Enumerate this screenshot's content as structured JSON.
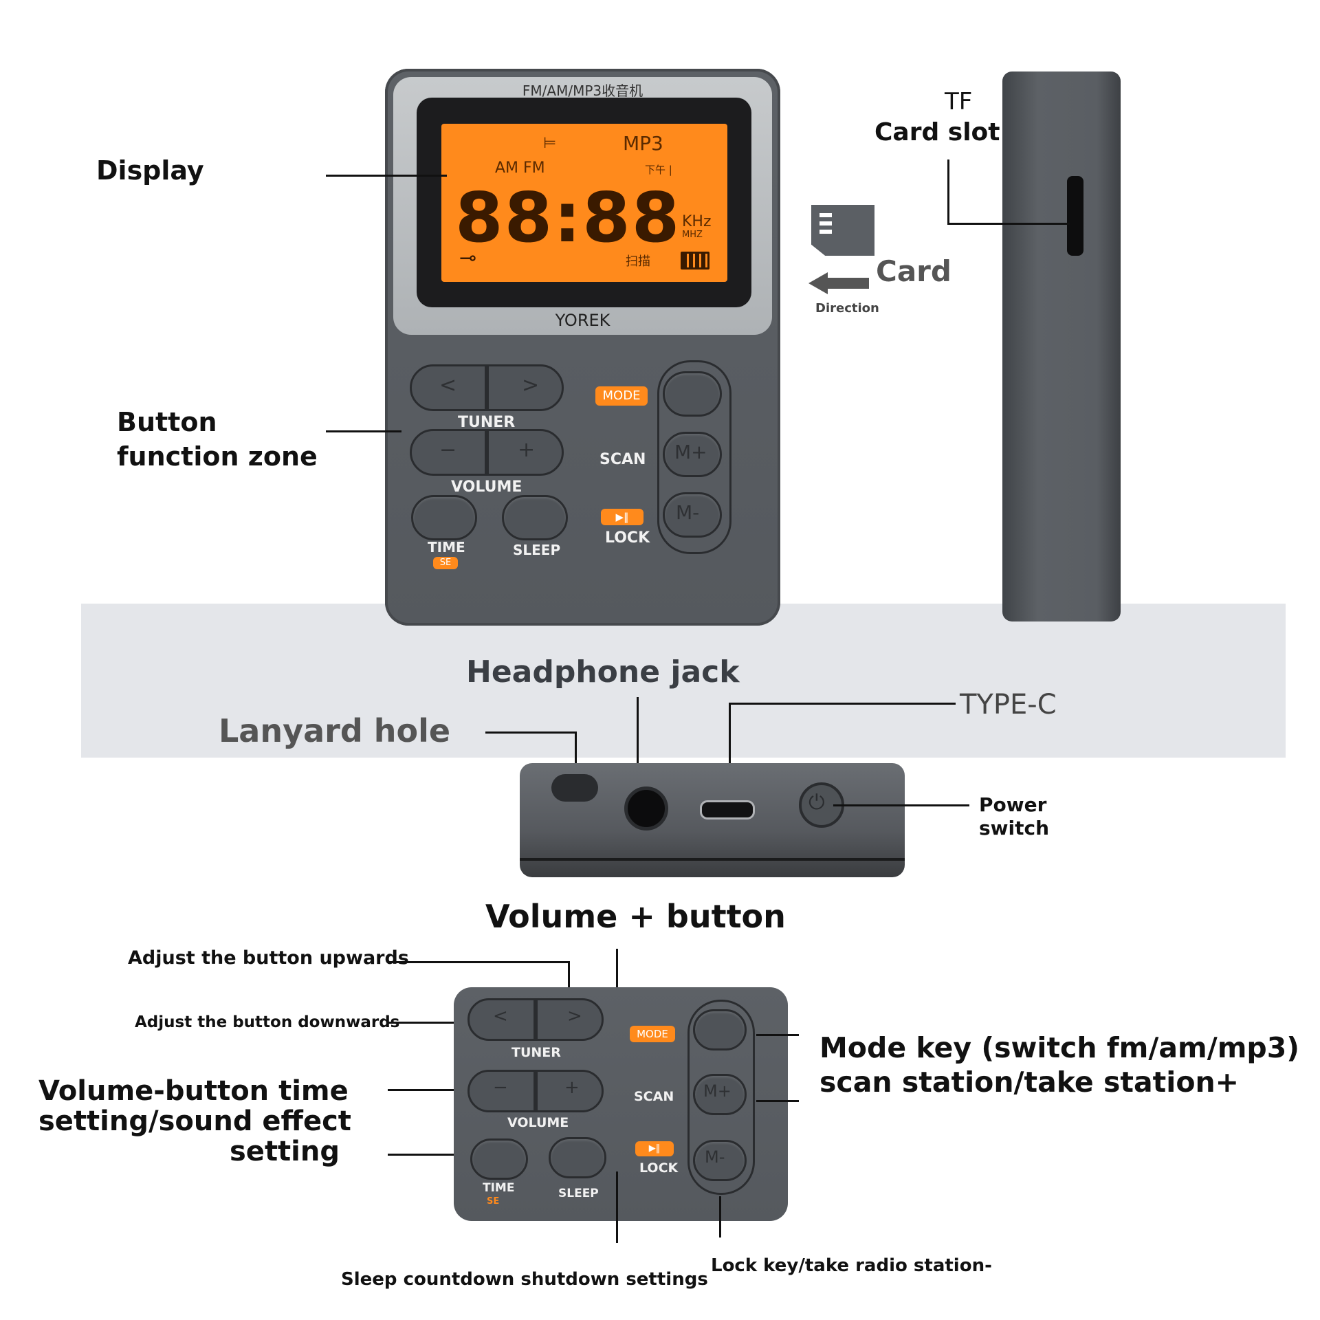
{
  "device": {
    "top_caption": "FM/AM/MP3收音机",
    "brand": "YOREK",
    "lcd": {
      "mode_mp3": "MP3",
      "band": "AM FM",
      "pm": "下午 |",
      "digits": "88:88",
      "unit_khz": "KHz",
      "unit_mhz": "MHZ",
      "scan_cn": "扫描"
    },
    "buttons": {
      "tuner": "TUNER",
      "volume": "VOLUME",
      "scan": "SCAN",
      "mode": "MODE",
      "time": "TIME",
      "se": "SE",
      "sleep": "SLEEP",
      "lock": "LOCK",
      "m_plus": "M+",
      "m_minus": "M-",
      "prev": "<",
      "next": ">",
      "minus": "−",
      "plus": "+",
      "play_pause": "▶‖"
    }
  },
  "callouts": {
    "display": "Display",
    "button_zone_1": "Button",
    "button_zone_2": "function zone",
    "tf": "TF",
    "card_slot": "Card slot",
    "card": "Card",
    "direction": "Direction",
    "headphone_jack": "Headphone jack",
    "type_c": "TYPE-C",
    "lanyard_hole": "Lanyard hole",
    "power_switch_1": "Power",
    "power_switch_2": "switch",
    "volume_plus_button": "Volume + button",
    "adjust_up": "Adjust the button upwards",
    "adjust_down": "Adjust the button downwards",
    "volume_time_1": "Volume-button time",
    "volume_time_2": "setting/sound effect",
    "volume_time_3": "setting",
    "mode_key_1": "Mode key (switch fm/am/mp3)",
    "mode_key_2": "scan station/take station+",
    "sleep_countdown": "Sleep countdown shutdown settings",
    "lock_key": "Lock key/take radio station-"
  },
  "colors": {
    "lcd_orange": "#ff8a1c",
    "body_gray": "#55595e",
    "accent_orange": "#ff8a1c"
  }
}
